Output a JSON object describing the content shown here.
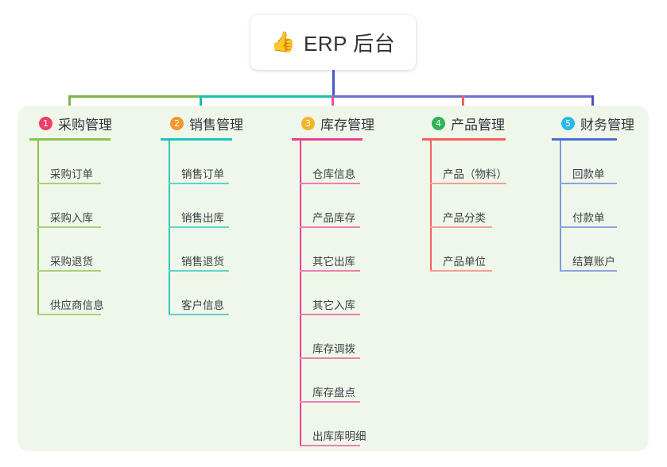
{
  "root": {
    "emoji": "👍",
    "emoji_name": "thumbs-up-icon",
    "title": "ERP 后台"
  },
  "colors": {
    "panel_bg": "#eff7ea",
    "page_bg": "#ffffff",
    "trunk": "#4a57c8",
    "bar_left": "#19bfae",
    "bar_right": "#6a6fd4",
    "elbow_green": "#7ab648",
    "stub_pink": "#ec4f9a",
    "stub_red": "#f4615c",
    "elbow_blue": "#4a57c8"
  },
  "columns": [
    {
      "index": "1",
      "badge_color": "#ef3e6d",
      "title": "采购管理",
      "rule_color": "#8cc152",
      "item_rule_color": "#a8d17a",
      "spine_color": "#8cc152",
      "items": [
        "采购订单",
        "采购入库",
        "采购退货",
        "供应商信息"
      ]
    },
    {
      "index": "2",
      "badge_color": "#f5962f",
      "title": "销售管理",
      "rule_color": "#17c5bb",
      "item_rule_color": "#5ed3cc",
      "spine_color": "#2ec6bd",
      "items": [
        "销售订单",
        "销售出库",
        "销售退货",
        "客户信息"
      ]
    },
    {
      "index": "3",
      "badge_color": "#f7b32b",
      "title": "库存管理",
      "rule_color": "#e8418f",
      "item_rule_color": "#f07cb4",
      "spine_color": "#e8418f",
      "items": [
        "仓库信息",
        "产品库存",
        "其它出库",
        "其它入库",
        "库存调拨",
        "库存盘点",
        "出库库明细"
      ]
    },
    {
      "index": "4",
      "badge_color": "#2fb457",
      "title": "产品管理",
      "rule_color": "#f4615c",
      "item_rule_color": "#f79e96",
      "spine_color": "#f4615c",
      "items": [
        "产品（物料）",
        "产品分类",
        "产品单位"
      ]
    },
    {
      "index": "5",
      "badge_color": "#2bb8e8",
      "title": "财务管理",
      "rule_color": "#4a6fd4",
      "item_rule_color": "#8ba4e0",
      "spine_color": "#7f98dd",
      "items": [
        "回款单",
        "付款单",
        "结算账户"
      ]
    }
  ]
}
